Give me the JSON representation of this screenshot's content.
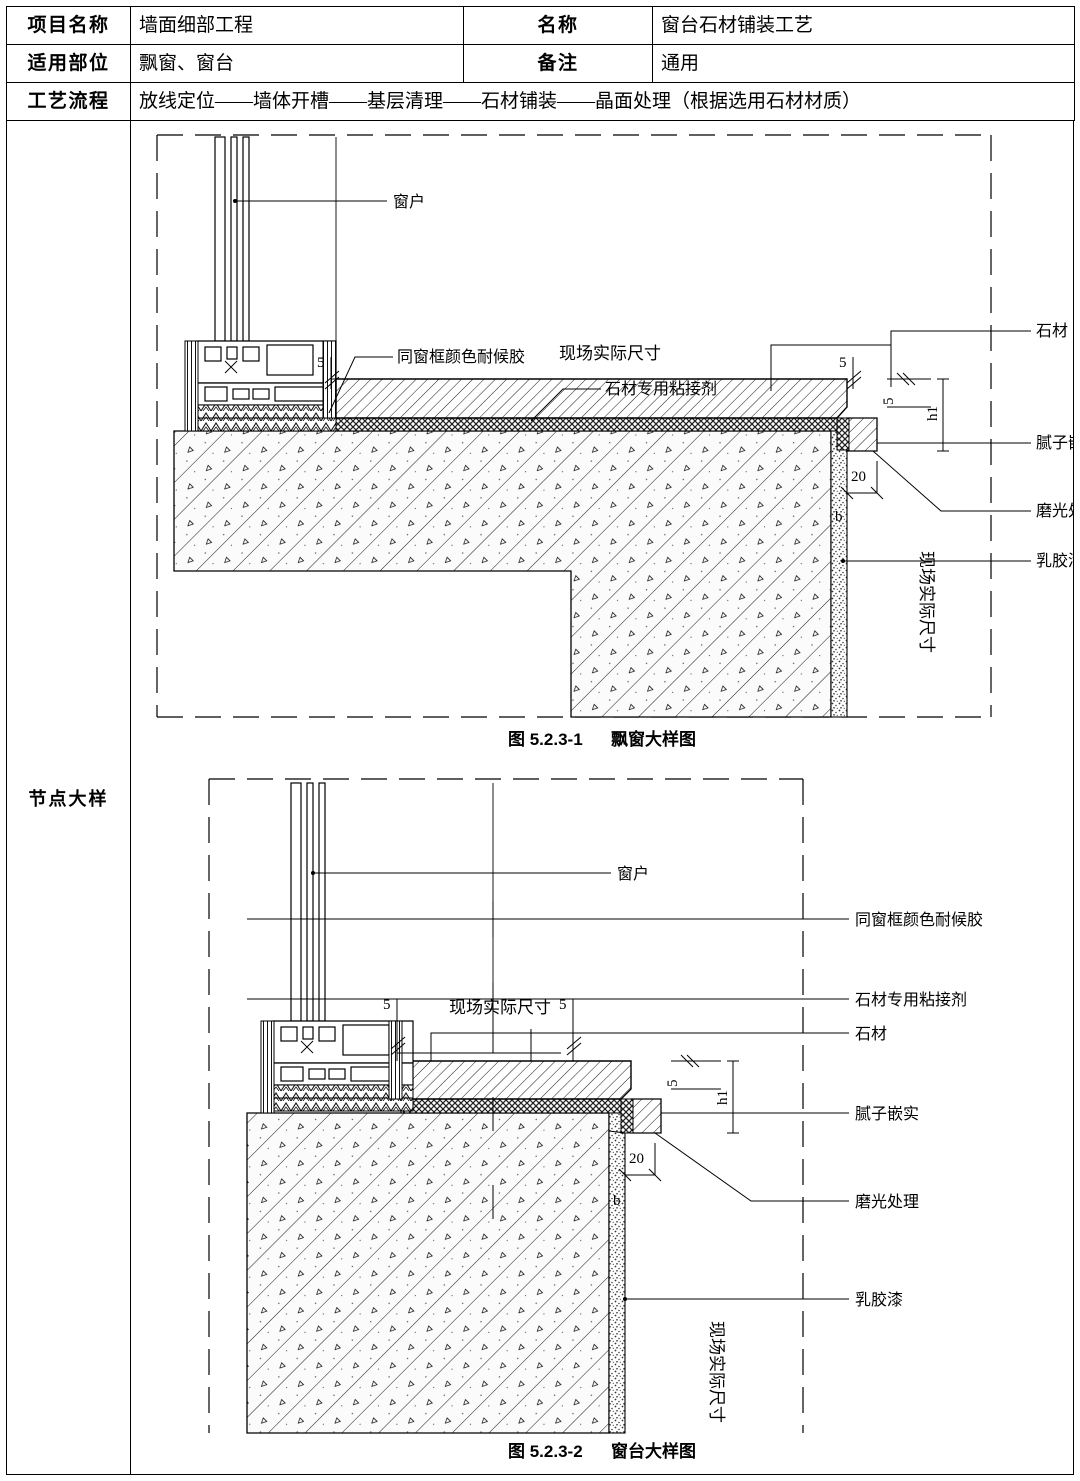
{
  "table": {
    "rows": [
      {
        "label1": "项目名称",
        "value1": "墙面细部工程",
        "label2": "名称",
        "value2": "窗台石材铺装工艺"
      },
      {
        "label1": "适用部位",
        "value1": "飘窗、窗台",
        "label2": "备注",
        "value2": "通用"
      }
    ],
    "process_label": "工艺流程",
    "process_value": "放线定位——墙体开槽——基层清理——石材铺装——晶面处理（根据选用石材材质）",
    "detail_label": "节点大样"
  },
  "figure1": {
    "caption_no": "图 5.2.3-1",
    "caption_title": "飘窗大样图",
    "labels": {
      "window": "窗户",
      "sealant": "同窗框颜色耐候胶",
      "adhesive": "石材专用粘接剂",
      "stone": "石材",
      "putty": "腻子嵌实",
      "polish": "磨光处理",
      "latex": "乳胶漆",
      "field_dim_h": "现场实际尺寸",
      "field_dim_v": "现场实际尺寸"
    },
    "dims": {
      "gap_left": "5",
      "gap_right": "5",
      "thk": "5",
      "height": "h1",
      "width20": "20",
      "depth_b": "b"
    }
  },
  "figure2": {
    "caption_no": "图 5.2.3-2",
    "caption_title": "窗台大样图",
    "labels": {
      "window": "窗户",
      "sealant": "同窗框颜色耐候胶",
      "adhesive": "石材专用粘接剂",
      "stone": "石材",
      "putty": "腻子嵌实",
      "polish": "磨光处理",
      "latex": "乳胶漆",
      "field_dim_h": "现场实际尺寸",
      "field_dim_v": "现场实际尺寸"
    },
    "dims": {
      "gap_left": "5",
      "gap_right": "5",
      "thk": "5",
      "height": "h1",
      "width20": "20",
      "depth_b": "b"
    }
  },
  "colors": {
    "line": "#000000",
    "paper": "#ffffff",
    "concrete_fill": "#fbfbfb",
    "stone_fill": "#ffffff",
    "mortar_fill": "#4a4a4a",
    "putty_fill": "#e8e8e8"
  }
}
